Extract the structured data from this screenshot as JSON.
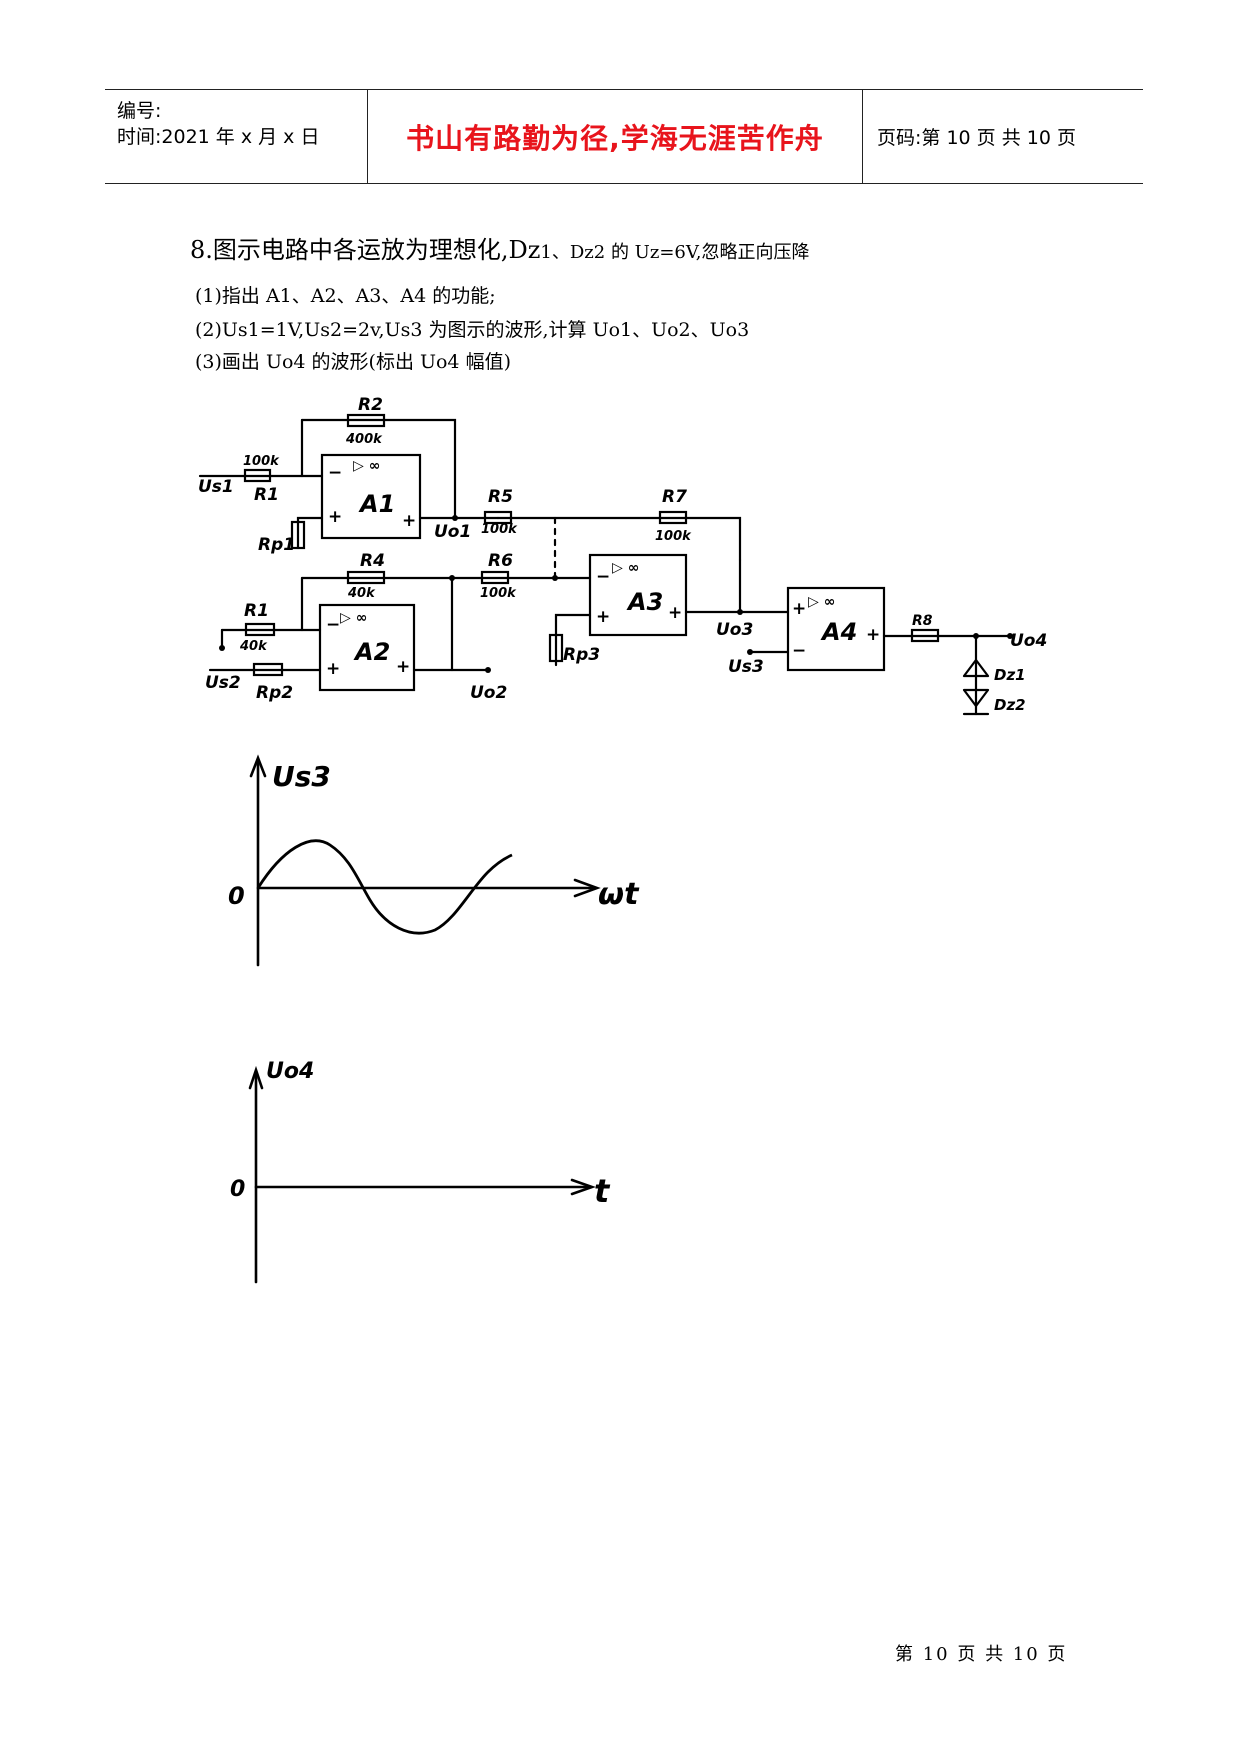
{
  "header": {
    "number_label": "编号:",
    "time_label": "时间:2021 年 x 月 x 日",
    "motto": "书山有路勤为径,学海无涯苦作舟",
    "page_label": "页码:第 10 页  共 10 页"
  },
  "question": {
    "title_main": "8.图示电路中各运放为理想化,Dz",
    "title_small": "1、Dz2 的 Uz=6V,忽略正向压降",
    "part1": "(1)指出 A1、A2、A3、A4 的功能;",
    "part2": "(2)Us1=1V,Us2=2v,Us3 为图示的波形,计算 Uo1、Uo2、Uo3",
    "part3": "(3)画出 Uo4 的波形(标出 Uo4 幅值)"
  },
  "circuit": {
    "r2_label": "R2",
    "r2_value": "400k",
    "r1_top_value": "100k",
    "r1_top_label": "R1",
    "us1": "Us1",
    "a1": "A1",
    "rp1": "Rp1",
    "uo1": "Uo1",
    "r5_label": "R5",
    "r5_value": "100k",
    "r7_label": "R7",
    "r7_value": "100k",
    "r4_label": "R4",
    "r4_value": "40k",
    "r6_label": "R6",
    "r6_value": "100k",
    "r1b_label": "R1",
    "r1b_value": "40k",
    "us2": "Us2",
    "rp2": "Rp2",
    "a2": "A2",
    "uo2": "Uo2",
    "a3": "A3",
    "rp3": "Rp3",
    "uo3": "Uo3",
    "a4": "A4",
    "us3": "Us3",
    "r8": "R8",
    "uo4": "Uo4",
    "dz1": "Dz1",
    "dz2": "Dz2",
    "inf": "▷ ∞"
  },
  "graph1": {
    "ylabel": "Us3",
    "origin": "0",
    "xlabel": "ωt"
  },
  "graph2": {
    "ylabel": "Uo4",
    "origin": "0",
    "xlabel": "t"
  },
  "footer": {
    "page": "第 10 页 共 10 页"
  }
}
